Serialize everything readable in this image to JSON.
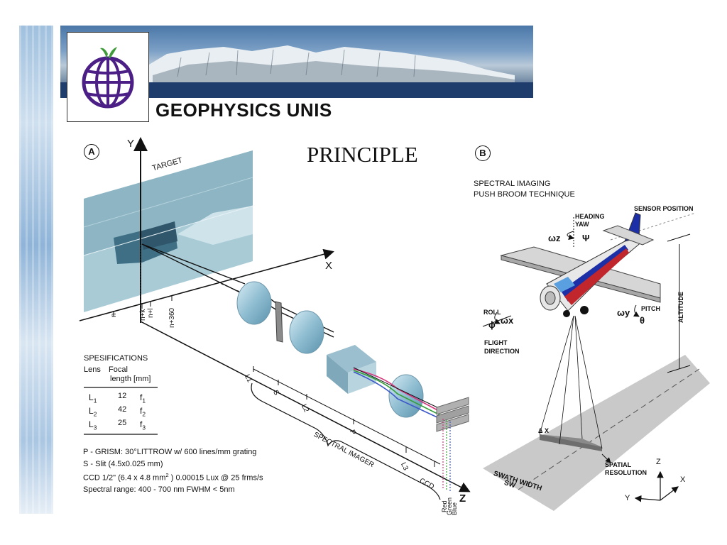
{
  "header": {
    "brand": "GEOPHYSICS UNIS",
    "title": "PRINCIPLE"
  },
  "panel_a": {
    "label": "A",
    "axis_y": "Y",
    "axis_x": "X",
    "axis_z": "Z",
    "target": "TARGET",
    "ticks": [
      "n",
      "n+k",
      "n+l",
      "n+360"
    ],
    "optics": [
      "L1",
      "S",
      "L2",
      "P",
      "L3",
      "CCD"
    ],
    "spectral_imager": "SPECTRAL IMAGER",
    "colors": [
      "Red",
      "Green",
      "Blue"
    ]
  },
  "specs": {
    "heading": "SPESIFICATIONS",
    "col_lens": "Lens",
    "col_focal_1": "Focal",
    "col_focal_2": "length [mm]",
    "rows": [
      {
        "lens": "L1",
        "lens_base": "L",
        "lens_sub": "1",
        "value": "12",
        "f_base": "f",
        "f_sub": "1"
      },
      {
        "lens": "L2",
        "lens_base": "L",
        "lens_sub": "2",
        "value": "42",
        "f_base": "f",
        "f_sub": "2"
      },
      {
        "lens": "L3",
        "lens_base": "L",
        "lens_sub": "3",
        "value": "25",
        "f_base": "f",
        "f_sub": "3"
      }
    ],
    "grism": "P - GRISM: 30°LITTROW w/ 600 lines/mm grating",
    "slit": "S - Slit (4.5x0.025 mm)",
    "ccd_a": "CCD 1/2\" (6.4 x 4.8 mm",
    "ccd_sup": "2",
    "ccd_b": " ) 0.00015 Lux @ 25 frms/s",
    "range": "Spectral range: 400 - 700 nm FWHM < 5nm"
  },
  "panel_b": {
    "label": "B",
    "heading_1": "SPECTRAL IMAGING",
    "heading_2": "PUSH BROOM TECHNIQUE",
    "heading_yaw_1": "HEADING",
    "heading_yaw_2": "YAW",
    "sensor_position": "SENSOR POSITION",
    "omega_z": "ωz",
    "psi": "Ψ",
    "roll": "ROLL",
    "omega_x": "ωx",
    "phi": "ϕ",
    "pitch": "PITCH",
    "omega_y": "ωy",
    "theta": "θ",
    "flight_1": "FLIGHT",
    "flight_2": "DIRECTION",
    "altitude": "ALTITUDE",
    "delta_x": "Δ X",
    "spatial_1": "SPATIAL",
    "spatial_2": "RESOLUTION",
    "swath_1": "SWATH WIDTH",
    "swath_2": "SW",
    "axis_z": "Z",
    "axis_x": "X",
    "axis_y": "Y"
  },
  "colors": {
    "target_dark": "#3f6f84",
    "target_light": "#a9cbd6",
    "lens": "#9cc7da",
    "airplane_blue": "#1c2fa6",
    "airplane_red": "#c0262b",
    "ground": "#c9c9c9",
    "logo_purple": "#4b1f86",
    "logo_green": "#3f9a3a"
  }
}
